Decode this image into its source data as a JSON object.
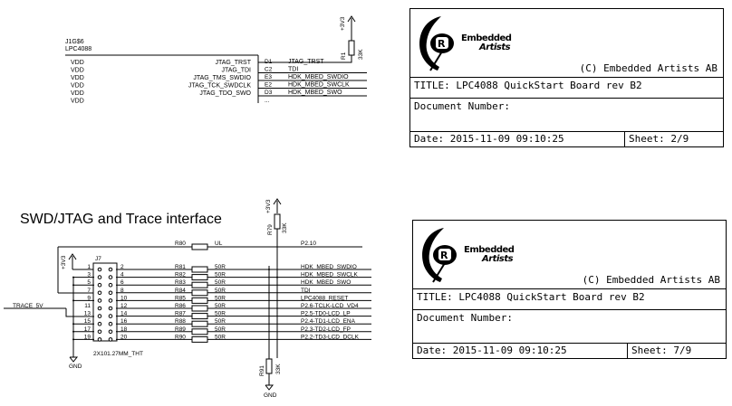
{
  "top_section": {
    "part_ref": "J1G$6",
    "part_name": "LPC4088",
    "left_pins": [
      "VDD",
      "VDD",
      "VDD",
      "VDD",
      "VDD",
      "VDD"
    ],
    "right_pins": [
      "JTAG_TRST",
      "JTAG_TDI",
      "JTAG_TMS_SWDIO",
      "JTAG_TCK_SWDCLK",
      "JTAG_TDO_SWO"
    ],
    "pin_numbers": [
      "D1",
      "C2",
      "E3",
      "E2",
      "D3"
    ],
    "nets": [
      "JTAG_TRST",
      "TDI",
      "HDK_MBED_SWDIO",
      "HDK_MBED_SWCLK",
      "HDK_MBED_SWO"
    ],
    "pullup": {
      "ref": "R1",
      "value": "33K",
      "supply": "+3V3"
    }
  },
  "bottom_section": {
    "heading": "SWD/JTAG and Trace interface",
    "connector": {
      "ref": "J7",
      "footprint": "2X101.27MM_THT",
      "supply": "+3V3",
      "ground": "GND",
      "trace_net": "TRACE_5V"
    },
    "odd_pins": [
      "1",
      "3",
      "5",
      "7",
      "9",
      "11",
      "13",
      "15",
      "17",
      "19"
    ],
    "even_pins": [
      "2",
      "4",
      "6",
      "8",
      "10",
      "12",
      "14",
      "16",
      "18",
      "20"
    ],
    "r80": {
      "ref": "R80",
      "value": "UL",
      "net": "P2.10"
    },
    "r79": {
      "ref": "R79",
      "value": "33K",
      "supply": "+3V3"
    },
    "r91": {
      "ref": "R91",
      "value": "33K",
      "ground": "GND"
    },
    "series_resistors": [
      {
        "ref": "R81",
        "value": "50R",
        "net": "HDK_MBED_SWDIO"
      },
      {
        "ref": "R82",
        "value": "50R",
        "net": "HDK_MBED_SWCLK"
      },
      {
        "ref": "R83",
        "value": "50R",
        "net": "HDK_MBED_SWO"
      },
      {
        "ref": "R84",
        "value": "50R",
        "net": "TDI"
      },
      {
        "ref": "R85",
        "value": "50R",
        "net": "LPC4088_RESET"
      },
      {
        "ref": "R86",
        "value": "50R",
        "net": "P2.6-TCLK-LCD_VD4"
      },
      {
        "ref": "R87",
        "value": "50R",
        "net": "P2.5-TD0-LCD_LP"
      },
      {
        "ref": "R88",
        "value": "50R",
        "net": "P2.4-TD1-LCD_ENA"
      },
      {
        "ref": "R89",
        "value": "50R",
        "net": "P2.3-TD2-LCD_FP"
      },
      {
        "ref": "R90",
        "value": "50R",
        "net": "P2.2-TD3-LCD_DCLK"
      }
    ]
  },
  "title_blocks": [
    {
      "logo_line1": "Embedded",
      "logo_line2": "Artists",
      "copyright": "(C) Embedded Artists AB",
      "title": "TITLE:  LPC4088 QuickStart Board rev B2",
      "doc": "Document Number:",
      "date": "Date: 2015-11-09 09:10:25",
      "sheet": "Sheet: 2/9"
    },
    {
      "logo_line1": "Embedded",
      "logo_line2": "Artists",
      "copyright": "(C) Embedded Artists AB",
      "title": "TITLE:  LPC4088 QuickStart Board rev B2",
      "doc": "Document Number:",
      "date": "Date: 2015-11-09 09:10:25",
      "sheet": "Sheet: 7/9"
    }
  ]
}
